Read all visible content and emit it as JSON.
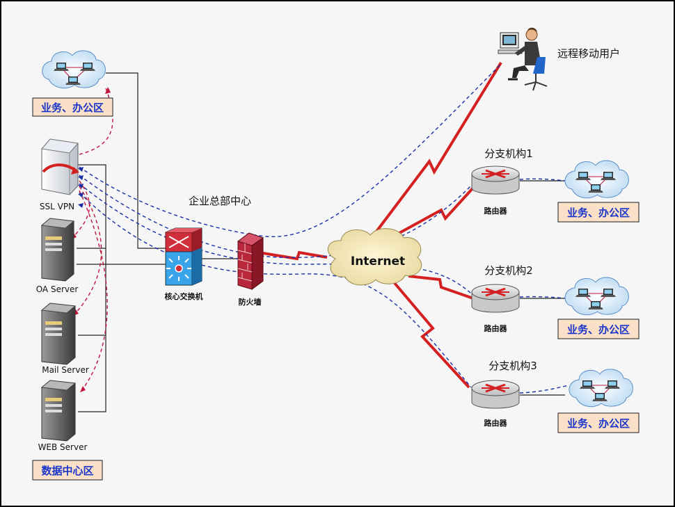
{
  "hq": {
    "title": "企业总部中心",
    "core_switch_label": "核心交换机",
    "firewall_label": "防火墙",
    "ssl_vpn_label": "SSL VPN",
    "servers": [
      "OA Server",
      "Mail Server",
      "WEB Server"
    ],
    "office_zone_label": "业务、办公区",
    "datacenter_zone_label": "数据中心区"
  },
  "internet_label": "Internet",
  "remote_user_label": "远程移动用户",
  "branches": [
    {
      "title": "分支机构1",
      "router_label": "路由器",
      "zone_label": "业务、办公区"
    },
    {
      "title": "分支机构2",
      "router_label": "路由器",
      "zone_label": "业务、办公区"
    },
    {
      "title": "分支机构3",
      "router_label": "路由器",
      "zone_label": "业务、办公区"
    }
  ],
  "colors": {
    "zone_fill": "#fbe0c8",
    "zone_text": "#1a35c9",
    "wan_link": "#d42020",
    "vpn_tunnel_blue": "#1a2ea8",
    "vpn_tunnel_red": "#c0143c",
    "cloud_fill": "#d7ebfa"
  }
}
